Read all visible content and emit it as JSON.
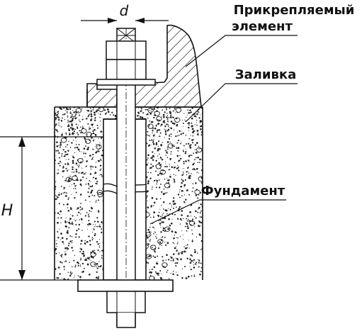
{
  "labels": {
    "diameter": "d",
    "height": "H",
    "element_line1": "Прикрепляемый",
    "element_line2": "элемент",
    "grout": "Заливка",
    "foundation": "Фундамент"
  },
  "colors": {
    "line": "#111111",
    "concrete_bg": "#ffffff",
    "stipple": "#222222",
    "hatch": "#111111"
  }
}
